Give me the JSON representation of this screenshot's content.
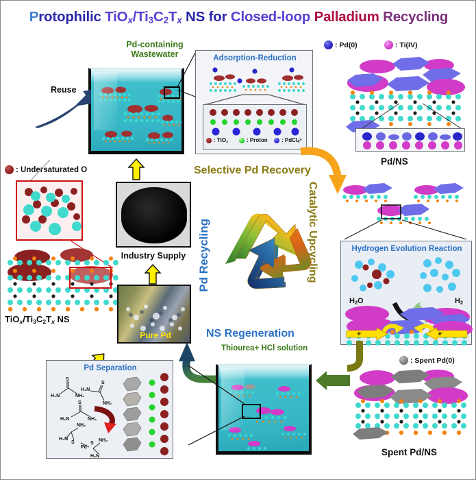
{
  "figure": {
    "kind": "graphical-abstract",
    "title_parts": [
      {
        "text": "P",
        "color": "#3f7fd0"
      },
      {
        "text": "rotophilic ",
        "color": "#2b29a8"
      },
      {
        "text": "TiO",
        "color": "#5b3fd0"
      },
      {
        "text": "x",
        "color": "#5b3fd0",
        "style": "sub-italic"
      },
      {
        "text": "/Ti",
        "color": "#5b3fd0"
      },
      {
        "text": "3",
        "color": "#5b3fd0",
        "style": "sub"
      },
      {
        "text": "C",
        "color": "#5b3fd0"
      },
      {
        "text": "2",
        "color": "#5b3fd0",
        "style": "sub"
      },
      {
        "text": "T",
        "color": "#5b3fd0"
      },
      {
        "text": "x",
        "color": "#5b3fd0",
        "style": "sub-italic"
      },
      {
        "text": " NS for ",
        "color": "#2b29a8"
      },
      {
        "text": "Closed-loop ",
        "color": "#3c35c4"
      },
      {
        "text": "Palladium ",
        "color": "#b01040"
      },
      {
        "text": "Recycling",
        "color": "#7a2f7a"
      }
    ],
    "title_plain": "Protophilic TiOx/Ti3C2Tx NS for Closed-loop Palladium Recycling"
  },
  "labels": {
    "reuse": "Reuse",
    "pd_containing_wastewater": "Pd-containing\nWastewater",
    "pd_containing_l1": "Pd-containing",
    "pd_containing_l2": "Wastewater",
    "adsorption_reduction": "Adsorption-Reduction",
    "pd_ns": "Pd/NS",
    "selective_pd_recovery": "Selective Pd Recovery",
    "catalytic_upcycling": "Catalytic Upcycling",
    "pd_recycling": "Pd Recycling",
    "hydrogen_evolution_reaction": "Hydrogen Evolution Reaction",
    "h2o": "H2O",
    "h2": "H2",
    "electron": "e-",
    "ns_regeneration": "NS Regeneration",
    "thiourea_hcl": "Thiourea+ HCl solution",
    "spent_pd_ns": "Spent Pd/NS",
    "pd_separation": "Pd Separation",
    "pure_pd": "Pure Pd",
    "industry_supply": "Industry Supply",
    "tiox_ti3c2tx_ns": "TiOx/Ti3C2Tx NS"
  },
  "legends": {
    "pd0": ": Pd(0)",
    "ti4": ": Ti(IV)",
    "undersaturated_o": ": Undersaturated O",
    "spent_pd0": ": Spent Pd(0)",
    "tiox": ": TiOx",
    "proton": ": Proton",
    "pdcl4": ": PdCl4 2-"
  },
  "chemistry": {
    "thiourea_h2n": "H2N",
    "thiourea_nh2": "NH2",
    "sulfur": "S",
    "pd_atom": "Pd"
  },
  "colors": {
    "title_blue_light": "#3f7fd0",
    "title_blue_dark": "#2b29a8",
    "title_violet": "#5b3fd0",
    "title_crimson": "#b01040",
    "title_purple": "#7a2f7a",
    "green_label": "#3a7a18",
    "olive_label": "#8a7a14",
    "blue_label": "#2a72c4",
    "water_cyan": "#35b6c6",
    "yellow_arrow": "#ffef00",
    "orange_arrow": "#f7a41a",
    "green_arrow": "#4e7a2a",
    "navy_arrow": "#27436f",
    "pd_blue": "#2a25c8",
    "ti_magenta": "#d23bc8",
    "spent_gray": "#7c7c7c",
    "undersat_red": "#8b2020",
    "proton_green": "#23d42a",
    "lattice_ti": "#3fd9cd",
    "lattice_o": "#f2840f",
    "lattice_c": "#1d1d1d"
  }
}
